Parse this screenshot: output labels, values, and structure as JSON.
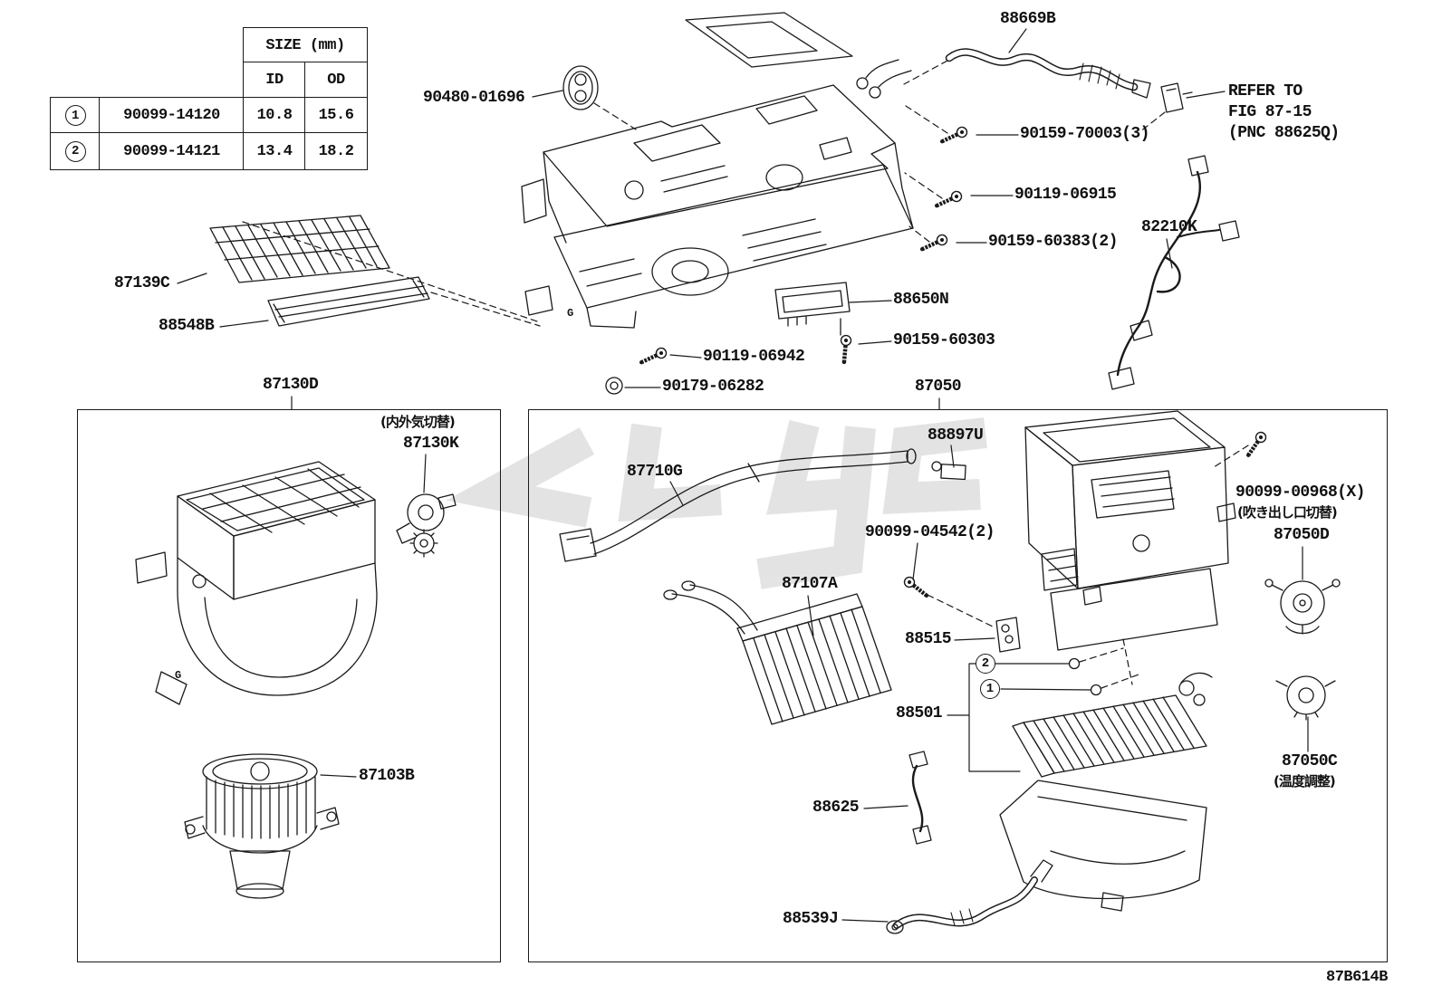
{
  "drawing": {
    "code": "87B614B",
    "g_marker": "G"
  },
  "size_table": {
    "title": "SIZE (mm)",
    "columns": {
      "id": "ID",
      "od": "OD"
    },
    "rows": [
      {
        "index": "1",
        "part_number": "90099-14120",
        "id_mm": "10.8",
        "od_mm": "15.6"
      },
      {
        "index": "2",
        "part_number": "90099-14121",
        "id_mm": "13.4",
        "od_mm": "18.2"
      }
    ]
  },
  "notes": {
    "refer_to": [
      "REFER TO",
      "FIG 87-15",
      "(PNC 88625Q)"
    ]
  },
  "markers": {
    "one": "1",
    "two": "2"
  },
  "callouts": {
    "p90480_01696": "90480-01696",
    "p88669B": "88669B",
    "p90159_70003": "90159-70003(3)",
    "p90119_06915": "90119-06915",
    "p90159_60383": "90159-60383(2)",
    "p82210K": "82210K",
    "p88650N": "88650N",
    "p90159_60303": "90159-60303",
    "p90119_06942": "90119-06942",
    "p90179_06282": "90179-06282",
    "p87139C": "87139C",
    "p88548B": "88548B",
    "p87130D": "87130D",
    "p87130K": "87130K",
    "jp_intake_switch": "(内外気切替)",
    "p87103B": "87103B",
    "p87050": "87050",
    "p87710G": "87710G",
    "p88897U": "88897U",
    "p90099_04542": "90099-04542(2)",
    "p90099_00968": "90099-00968(X)",
    "jp_outlet_switch": "(吹き出し口切替)",
    "p87050D": "87050D",
    "p87107A": "87107A",
    "p88515": "88515",
    "p88501": "88501",
    "p88625": "88625",
    "p88539J": "88539J",
    "p87050C": "87050C",
    "jp_temp_adjust": "(温度調整)"
  }
}
